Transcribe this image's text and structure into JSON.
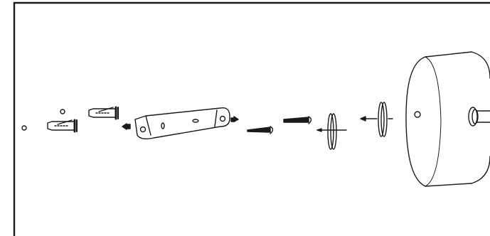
{
  "diagram": {
    "parts": [
      {
        "id": "wall-hole",
        "name": "wall-hole"
      },
      {
        "id": "wall-anchor",
        "name": "wall-anchor"
      },
      {
        "id": "mounting-bracket",
        "name": "mounting-bracket"
      },
      {
        "id": "long-screw",
        "name": "long-screw"
      },
      {
        "id": "washer-clip",
        "name": "washer-clip"
      },
      {
        "id": "round-cover-cap",
        "name": "round-cover-cap"
      }
    ],
    "colors": {
      "stroke": "#1a1a1a",
      "background": "#ffffff"
    }
  }
}
